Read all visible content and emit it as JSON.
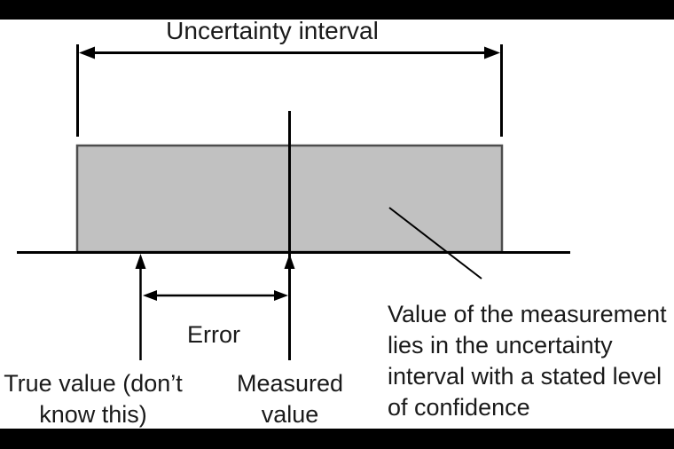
{
  "diagram": {
    "title": "Uncertainty interval",
    "error_label": "Error",
    "true_value_label": "True value (don’t\nknow this)",
    "measured_value_label": "Measured\nvalue",
    "annotation": "Value of the measurement\nlies in the uncertainty\ninterval with a stated level\nof confidence",
    "colors": {
      "letterbox": "#000000",
      "background": "#ffffff",
      "box_fill": "#c1c1c1",
      "box_border": "#4d4d4d",
      "line": "#000000",
      "text": "#1a1a1a"
    }
  }
}
